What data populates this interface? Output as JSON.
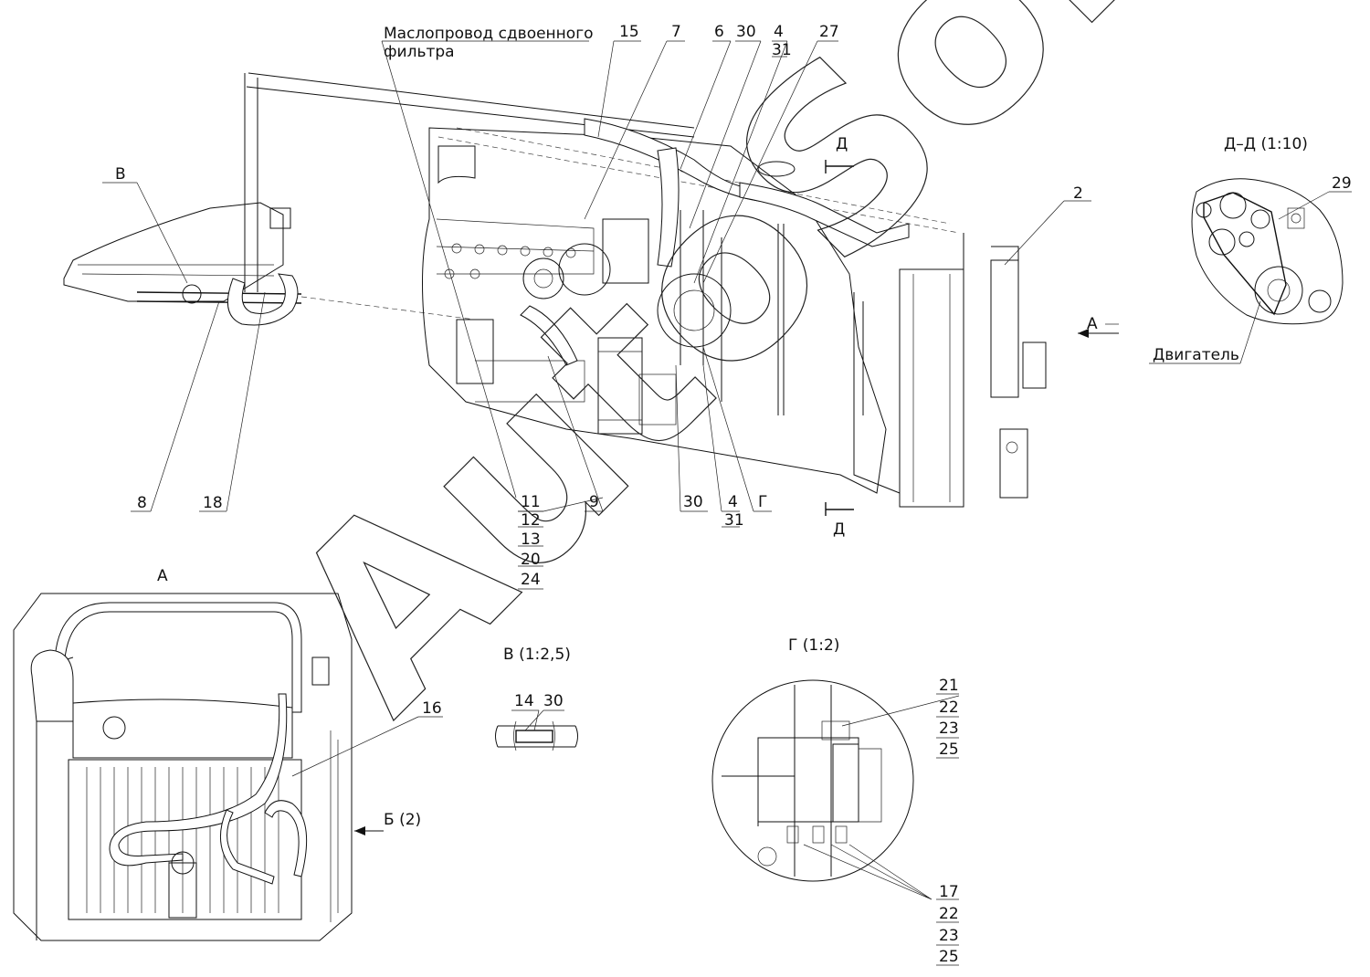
{
  "drawing": {
    "watermark": "AutoSoft",
    "views": {
      "section_dd": "Д–Д (1:10)",
      "view_a": "А",
      "view_v": "В (1:2,5)",
      "view_g": "Г (1:2)"
    },
    "notes": {
      "oil_line_1": "Маслопровод сдвоенного",
      "oil_line_2": "фильтра",
      "engine": "Двигатель",
      "arrow_b": "Б (2)"
    },
    "markers": {
      "d_top": "Д",
      "d_bottom": "Д",
      "a_arrow": "А",
      "v_callout": "В",
      "g_callout": "Г"
    },
    "positions": {
      "p15": "15",
      "p7": "7",
      "p6": "6",
      "p30a": "30",
      "p4a": "4",
      "p31a": "31",
      "p27": "27",
      "p2": "2",
      "p29": "29",
      "p8": "8",
      "p18": "18",
      "p11": "11",
      "p12": "12",
      "p13": "13",
      "p20": "20",
      "p24": "24",
      "p9": "9",
      "p30b": "30",
      "p4b": "4",
      "p31b": "31",
      "p16": "16",
      "p14": "14",
      "p30c": "30",
      "p21": "21",
      "p22a": "22",
      "p23a": "23",
      "p25a": "25",
      "p17": "17",
      "p22b": "22",
      "p23b": "23",
      "p25b": "25"
    }
  }
}
